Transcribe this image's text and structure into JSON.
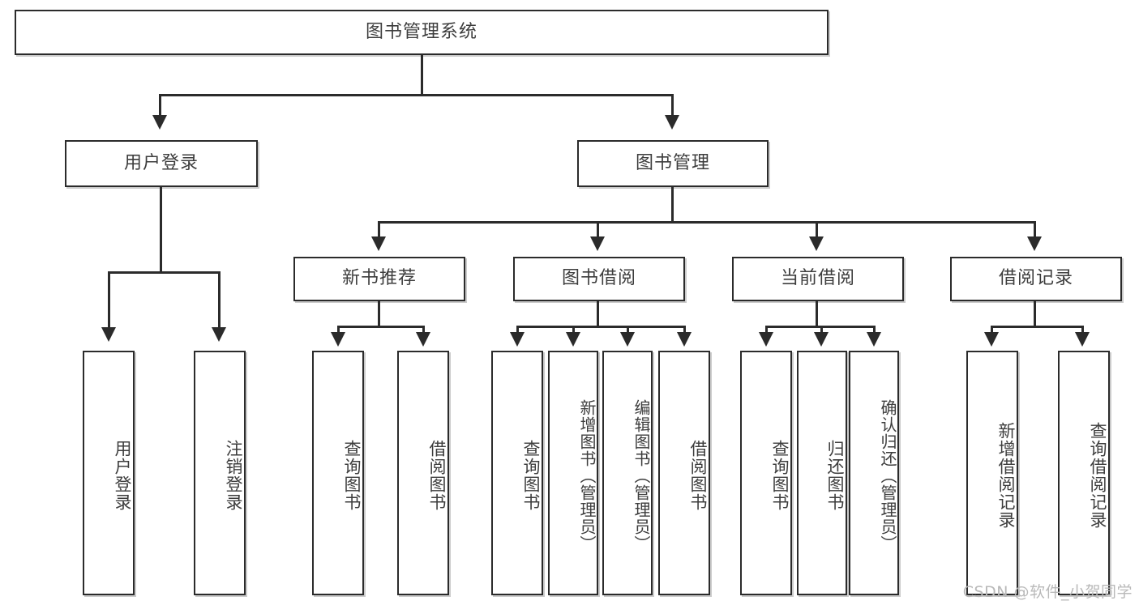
{
  "diagram": {
    "type": "tree-hierarchy-chart",
    "title": "图书管理系统",
    "root": {
      "id": "root",
      "label": "图书管理系统"
    },
    "level2": [
      {
        "id": "user-login",
        "label": "用户登录"
      },
      {
        "id": "book-management",
        "label": "图书管理"
      }
    ],
    "level3": [
      {
        "id": "new-book-recommend",
        "label": "新书推荐"
      },
      {
        "id": "book-borrow",
        "label": "图书借阅"
      },
      {
        "id": "current-borrow",
        "label": "当前借阅"
      },
      {
        "id": "borrow-record",
        "label": "借阅记录"
      }
    ],
    "leaves": {
      "user_login": [
        {
          "id": "leaf-user-login",
          "label": "用户登录"
        },
        {
          "id": "leaf-logout-login",
          "label": "注销登录"
        }
      ],
      "new_book_recommend": [
        {
          "id": "leaf-query-book-1",
          "label": "查询图书"
        },
        {
          "id": "leaf-borrow-book-1",
          "label": "借阅图书"
        }
      ],
      "book_borrow": [
        {
          "id": "leaf-query-book-2",
          "label": "查询图书"
        },
        {
          "id": "leaf-add-book",
          "label": "新增图书（管理员）"
        },
        {
          "id": "leaf-edit-book",
          "label": "编辑图书（管理员）"
        },
        {
          "id": "leaf-borrow-book-2",
          "label": "借阅图书"
        }
      ],
      "current_borrow": [
        {
          "id": "leaf-query-book-3",
          "label": "查询图书"
        },
        {
          "id": "leaf-return-book",
          "label": "归还图书"
        },
        {
          "id": "leaf-confirm-return",
          "label": "确认归还（管理员）"
        }
      ],
      "borrow_record": [
        {
          "id": "leaf-add-record",
          "label": "新增借阅记录"
        },
        {
          "id": "leaf-query-record",
          "label": "查询借阅记录"
        }
      ]
    }
  },
  "watermark": {
    "text": "CSDN @软件_小贺同学"
  },
  "colors": {
    "border": "#2b2b2b",
    "background": "#ffffff",
    "text": "#3d3d3d",
    "watermark": "#b9b9b9"
  }
}
